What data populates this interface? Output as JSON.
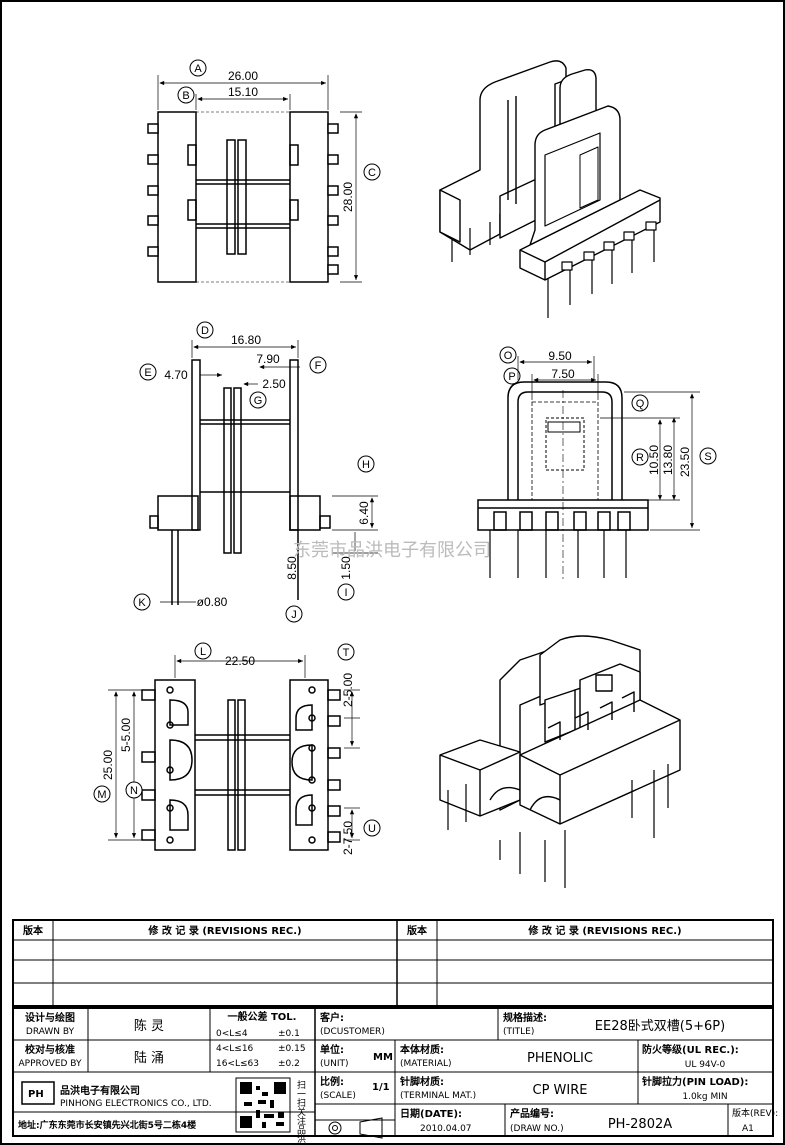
{
  "views": {
    "top": {
      "dim_a": "26.00",
      "dim_b": "15.10",
      "dim_c": "28.00",
      "bubbles": [
        "A",
        "B",
        "C"
      ]
    },
    "front": {
      "dim_d": "16.80",
      "dim_e": "4.70",
      "dim_f": "7.90",
      "dim_g": "2.50",
      "dim_h": "6.40",
      "dim_i": "1.50",
      "dim_j": "8.50",
      "dim_k": "ø0.80",
      "bubbles": [
        "D",
        "E",
        "F",
        "G",
        "H",
        "I",
        "J",
        "K"
      ]
    },
    "side": {
      "dim_o": "9.50",
      "dim_p": "7.50",
      "dim_q": "",
      "dim_r": "10.50",
      "dim_r2": "13.80",
      "dim_s": "23.50",
      "bubbles": [
        "O",
        "P",
        "Q",
        "R",
        "S"
      ]
    },
    "bottom": {
      "dim_l": "22.50",
      "dim_t": "2-5.00",
      "dim_n": "5-5.00",
      "dim_m": "25.00",
      "dim_u": "2-7.50",
      "bubbles": [
        "L",
        "T",
        "N",
        "M",
        "U"
      ]
    }
  },
  "watermark": "东莞市品洪电子有限公司",
  "revisions": {
    "col1": "版本",
    "col2": "修 改 记 录 (REVISIONS REC.)",
    "col3": "版本",
    "col4": "修 改 记 录 (REVISIONS REC.)"
  },
  "title_block": {
    "designer_label_cn": "设计与绘图",
    "designer_label_en": "DRAWN BY",
    "designer": "陈 灵",
    "checker_label_cn": "校对与核准",
    "checker_label_en": "APPROVED BY",
    "checker": "陆 涌",
    "tol_title": "一般公差 TOL.",
    "tol_rows": [
      {
        "range": "0<L≤4",
        "val": "±0.1"
      },
      {
        "range": "4<L≤16",
        "val": "±0.15"
      },
      {
        "range": "16<L≤63",
        "val": "±0.2"
      }
    ],
    "customer_label": "客户:",
    "customer_en": "(DCUSTOMER)",
    "title_label": "规格描述:",
    "title_en": "(TITLE)",
    "title_val": "EE28卧式双槽(5+6P)",
    "unit_label": "单位:",
    "unit_en": "(UNIT)",
    "unit_val": "MM",
    "material_label": "本体材质:",
    "material_en": "(MATERIAL)",
    "material_val": "PHENOLIC",
    "ul_label": "防火等级(UL REC.):",
    "ul_val": "UL 94V-0",
    "scale_label": "比例:",
    "scale_en": "(SCALE)",
    "scale_val": "1/1",
    "terminal_label": "针脚材质:",
    "terminal_en": "(TERMINAL MAT.)",
    "terminal_val": "CP WIRE",
    "pinload_label": "针脚拉力(PIN LOAD):",
    "pinload_val": "1.0kg MIN",
    "company_logo": "PH",
    "company_cn": "品洪电子有限公司",
    "company_en": "PINHONG ELECTRONICS CO., LTD.",
    "qr_label": "扫一扫关注品洪",
    "date_label": "日期(DATE):",
    "date_val": "2010.04.07",
    "drawno_label": "产品编号:",
    "drawno_en": "(DRAW NO.)",
    "drawno_val": "PH-2802A",
    "rev_label": "版本(REV):",
    "rev_val": "A1",
    "address": "地址:广东东莞市长安镇先兴北街5号二栋4楼"
  }
}
